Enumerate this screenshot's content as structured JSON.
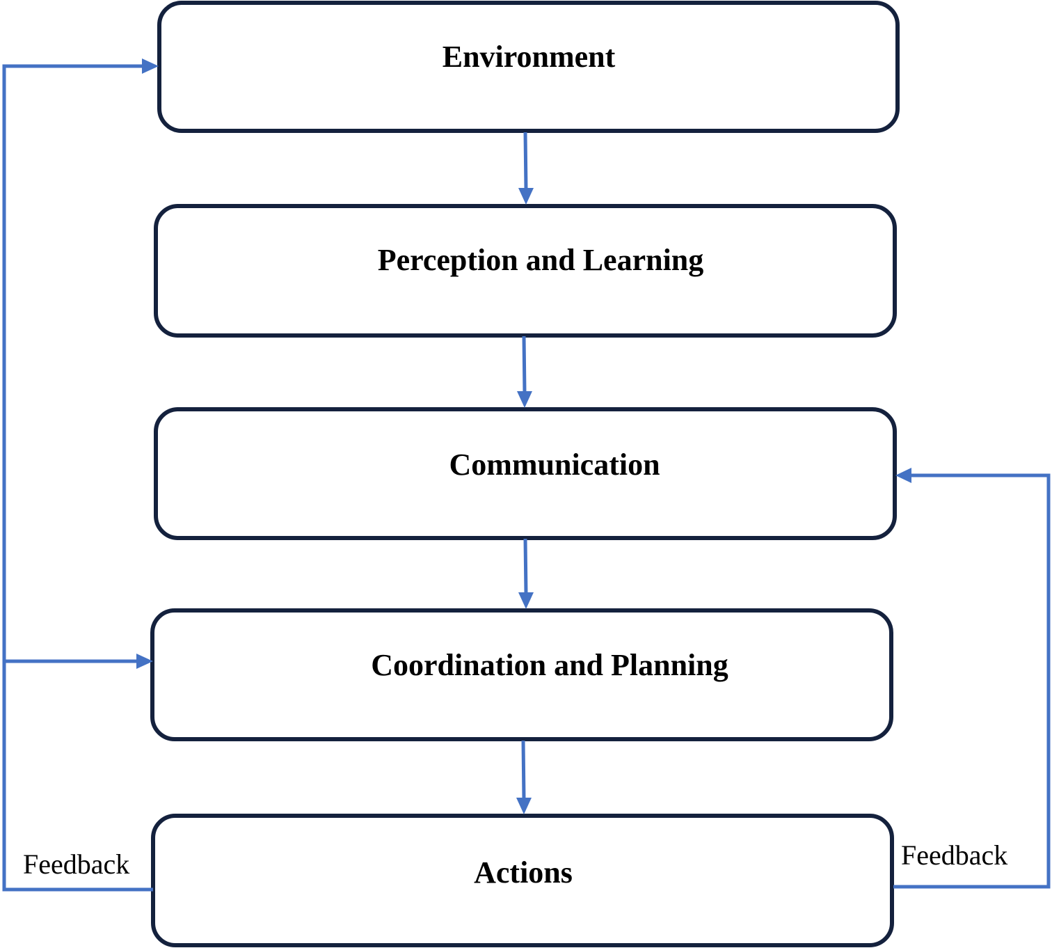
{
  "diagram": {
    "boxes": [
      {
        "id": "environment",
        "label": "Environment"
      },
      {
        "id": "perception",
        "label": "Perception and Learning"
      },
      {
        "id": "communication",
        "label": "Communication"
      },
      {
        "id": "coordination",
        "label": "Coordination and Planning"
      },
      {
        "id": "actions",
        "label": "Actions"
      }
    ],
    "feedback_left": "Feedback",
    "feedback_right": "Feedback",
    "colors": {
      "box_border": "#14213d",
      "arrow": "#4472c4",
      "text": "#000000",
      "background": "#ffffff"
    }
  }
}
